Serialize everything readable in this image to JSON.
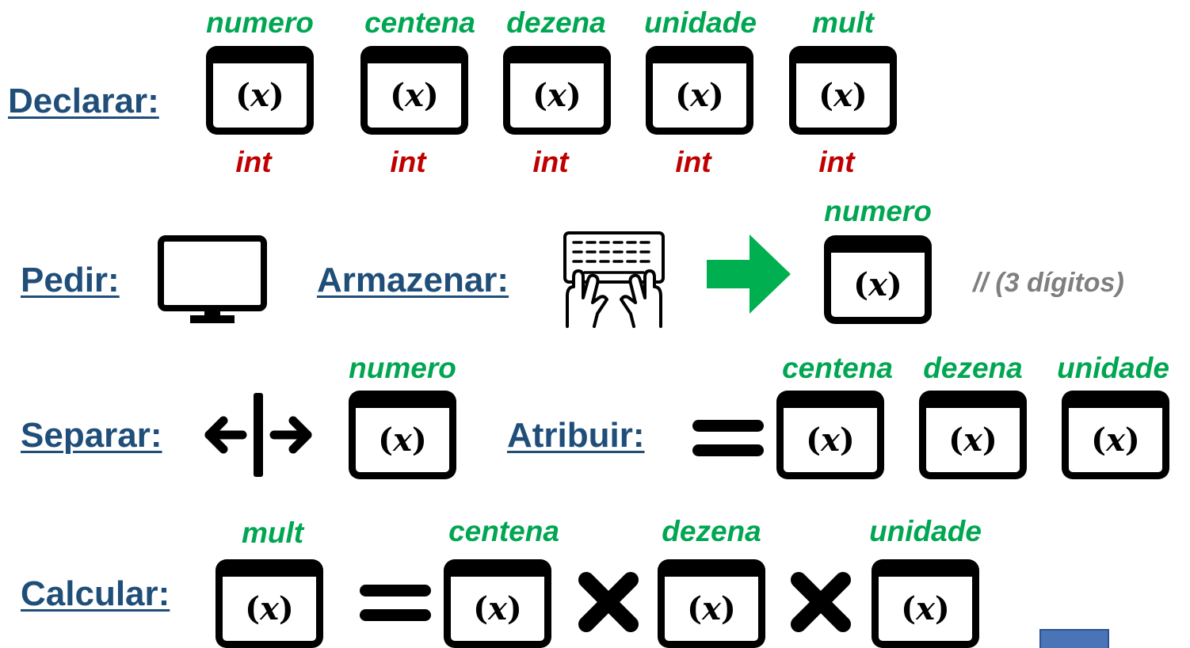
{
  "rows": {
    "declarar": {
      "label": "Declarar:",
      "vars": [
        {
          "name": "numero",
          "type": "int"
        },
        {
          "name": "centena",
          "type": "int"
        },
        {
          "name": "dezena",
          "type": "int"
        },
        {
          "name": "unidade",
          "type": "int"
        },
        {
          "name": "mult",
          "type": "int"
        }
      ]
    },
    "pedir": {
      "label": "Pedir:",
      "icon": "monitor-icon"
    },
    "armazenar": {
      "label": "Armazenar:",
      "icons": [
        "keyboard-typing-icon",
        "arrow-right-icon"
      ],
      "var": "numero",
      "comment": "// (3 dígitos)"
    },
    "separar": {
      "label": "Separar:",
      "icon": "split-arrows-icon",
      "var": "numero"
    },
    "atribuir": {
      "label": "Atribuir:",
      "icon": "equals-icon",
      "vars": [
        "centena",
        "dezena",
        "unidade"
      ]
    },
    "calcular": {
      "label": "Calcular:",
      "result": "mult",
      "factors": [
        "centena",
        "dezena",
        "unidade"
      ],
      "icons": [
        "equals-icon",
        "multiply-icon"
      ]
    }
  },
  "variable_symbol": "(x)",
  "colors": {
    "action": "#1f4e79",
    "var_name": "#00a651",
    "var_type": "#c00000",
    "comment": "#7f7f7f",
    "arrow": "#00b050",
    "corner_box": "#4a74b8"
  }
}
